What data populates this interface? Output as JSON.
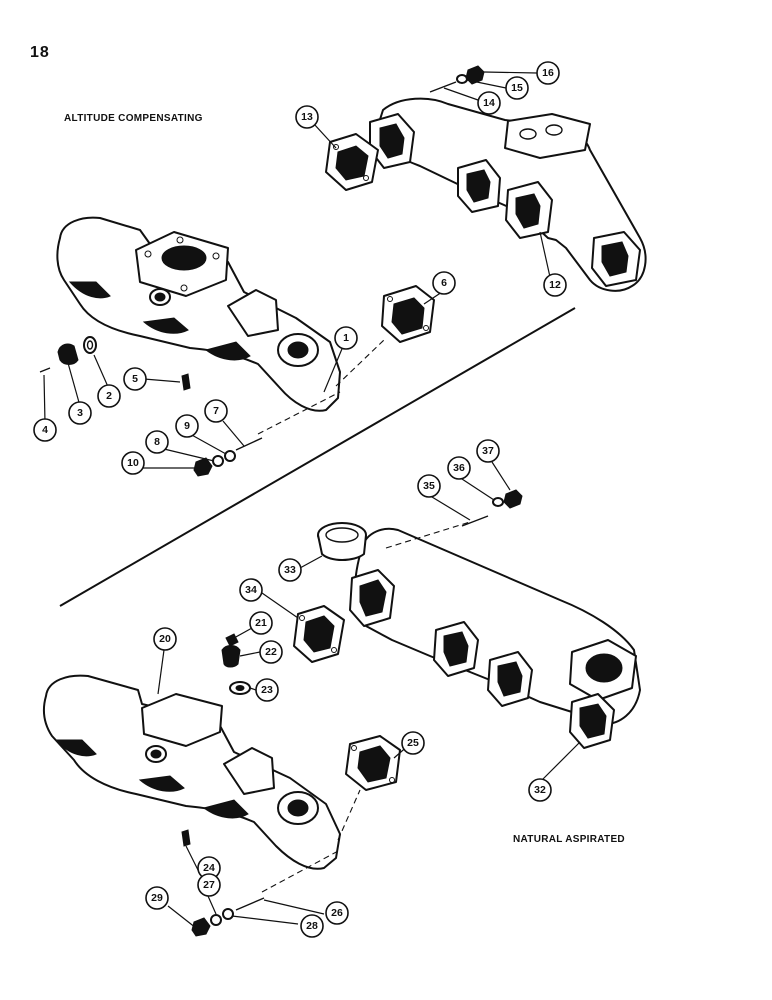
{
  "page_number": "18",
  "sections": {
    "altitude_compensating": "ALTITUDE COMPENSATING",
    "natural_aspirated": "NATURAL ASPIRATED"
  },
  "callouts": {
    "c1": "1",
    "c2": "2",
    "c3": "3",
    "c4": "4",
    "c5": "5",
    "c6": "6",
    "c7": "7",
    "c8": "8",
    "c9": "9",
    "c10": "10",
    "c12": "12",
    "c13": "13",
    "c14": "14",
    "c15": "15",
    "c16": "16",
    "c20": "20",
    "c21": "21",
    "c22": "22",
    "c23": "23",
    "c24": "24",
    "c25": "25",
    "c26": "26",
    "c27": "27",
    "c28": "28",
    "c29": "29",
    "c32": "32",
    "c33": "33",
    "c34": "34",
    "c35": "35",
    "c36": "36",
    "c37": "37"
  }
}
